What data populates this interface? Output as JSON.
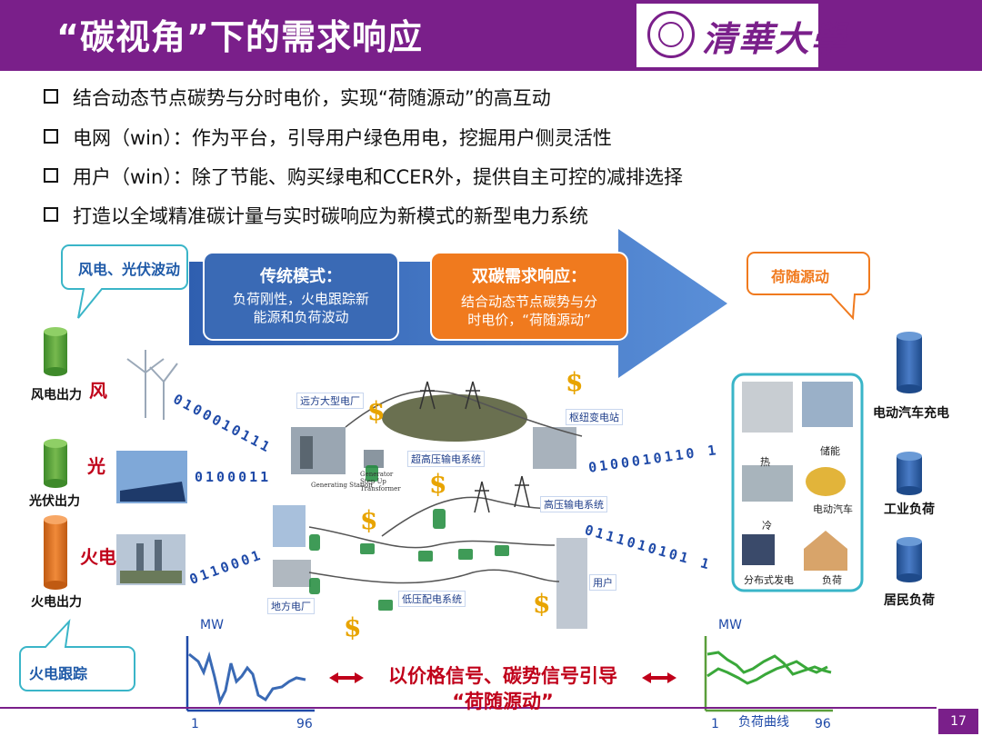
{
  "header": {
    "title": "“碳视角”下的需求响应",
    "logo_text": "清華大學"
  },
  "bullets": [
    "结合动态节点碳势与分时电价，实现“荷随源动”的高互动",
    "电网（win）：作为平台，引导用户绿色用电，挖掘用户侧灵活性",
    "用户（win）：除了节能、购买绿电和CCER外，提供自主可控的减排选择",
    "打造以全域精准碳计量与实时碳响应为新模式的新型电力系统"
  ],
  "callouts": {
    "wind_solar": "风电、光伏波动",
    "load_follow": "荷随源动",
    "thermal_follow": "火电跟踪"
  },
  "arrow": {
    "traditional_title": "传统模式：",
    "traditional_body_1": "负荷刚性，火电跟踪新",
    "traditional_body_2": "能源和负荷波动",
    "dual_title": "双碳需求响应：",
    "dual_body_1": "结合动态节点碳势与分",
    "dual_body_2": "时电价，“荷随源动”"
  },
  "sources": {
    "wind_output": "风电出力",
    "wind": "风",
    "pv_output": "光伏出力",
    "pv": "光",
    "thermal_output": "火电出力",
    "thermal": "火电"
  },
  "loads": {
    "ev": "电动汽车充电",
    "industry": "工业负荷",
    "resident": "居民负荷"
  },
  "binary": {
    "top_left": "0100010111",
    "mid_left": "0100011",
    "low_left": "0110001",
    "top_right": "0100010110 1",
    "low_right": "0111010101 1"
  },
  "grid_labels": {
    "remote_plant": "远方大型电厂",
    "generating_station": "Generating Station",
    "step_up": "Generator Step Up Transformer",
    "uhv": "超高压输电系统",
    "hub_sub": "枢纽变电站",
    "hv": "高压输电系统",
    "local_plant": "地方电厂",
    "lv": "低压配电系统",
    "user": "用户"
  },
  "load_panel": {
    "heat": "热",
    "storage": "储能",
    "cold": "冷",
    "ev": "电动汽车",
    "dg": "分布式发电",
    "load": "负荷"
  },
  "center_text": {
    "line1": "以价格信号、碳势信号引导",
    "line2": "“荷随源动”"
  },
  "left_chart": {
    "ylabel": "MW",
    "x_start": "1",
    "x_end": "96"
  },
  "right_chart": {
    "ylabel": "MW",
    "x_start": "1",
    "x_end": "96",
    "caption": "负荷曲线"
  },
  "page_number": "17",
  "colors": {
    "purple": "#7a1f8a",
    "blue": "#3a6ab5",
    "orange": "#f07a1e",
    "green": "#5a9e3a",
    "red": "#c0001a",
    "teal": "#3ab5c8"
  }
}
